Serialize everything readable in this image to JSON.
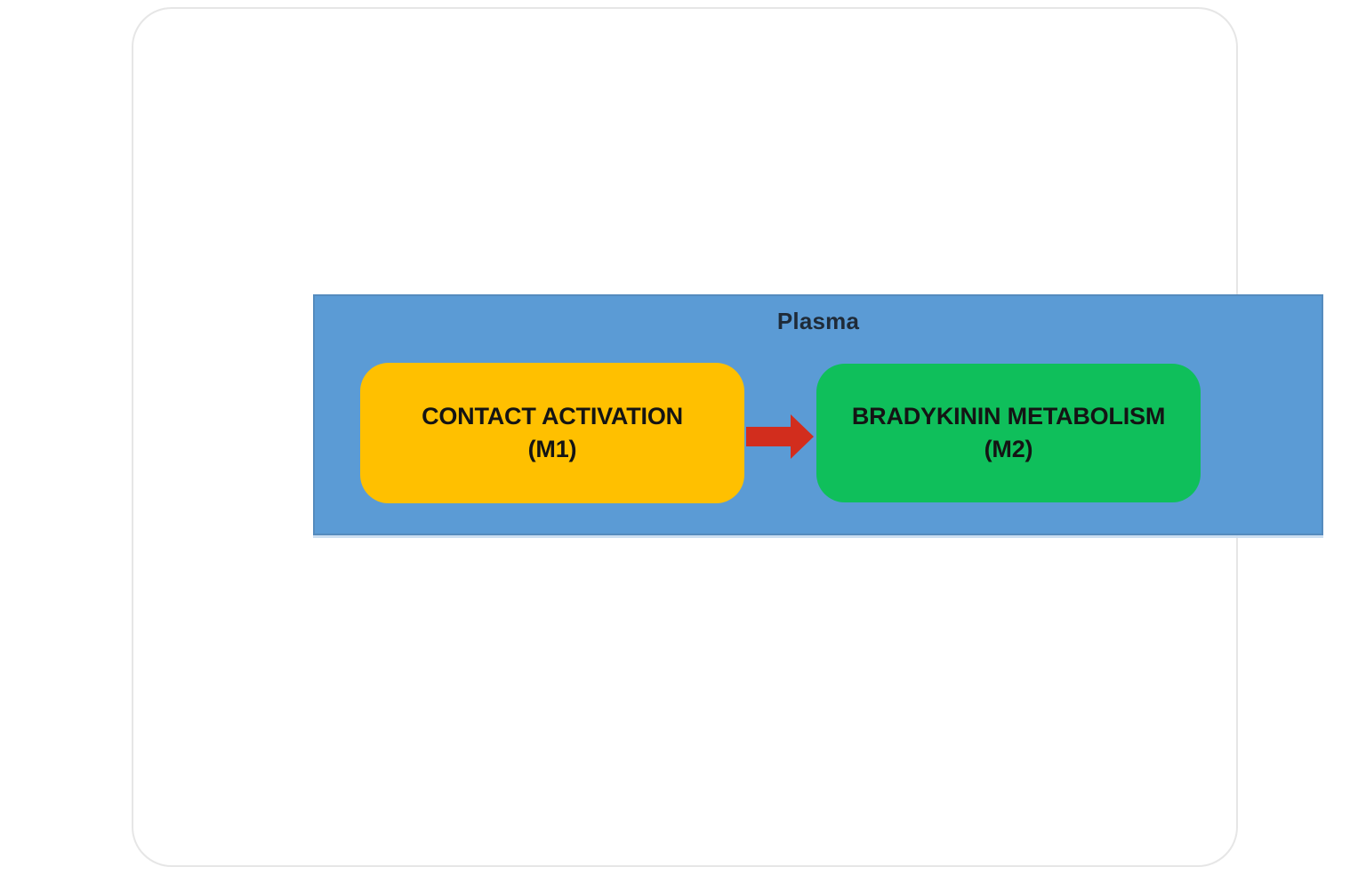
{
  "page": {
    "background": "#ffffff",
    "card_border_color": "#e6e6e6"
  },
  "diagram": {
    "container": {
      "label": "Plasma",
      "background": "#5b9bd5",
      "label_color": "#1f2b38"
    },
    "nodes": [
      {
        "id": "contact-activation",
        "line1": "CONTACT ACTIVATION",
        "line2": "(M1)",
        "background": "#ffc000",
        "text_color": "#141414"
      },
      {
        "id": "bradykinin-metabolism",
        "line1": "BRADYKININ METABOLISM",
        "line2": "(M2)",
        "background": "#0fbf5b",
        "text_color": "#141414"
      }
    ],
    "arrow": {
      "id": "m1-to-m2",
      "direction": "right",
      "color": "#d22d1d"
    }
  }
}
